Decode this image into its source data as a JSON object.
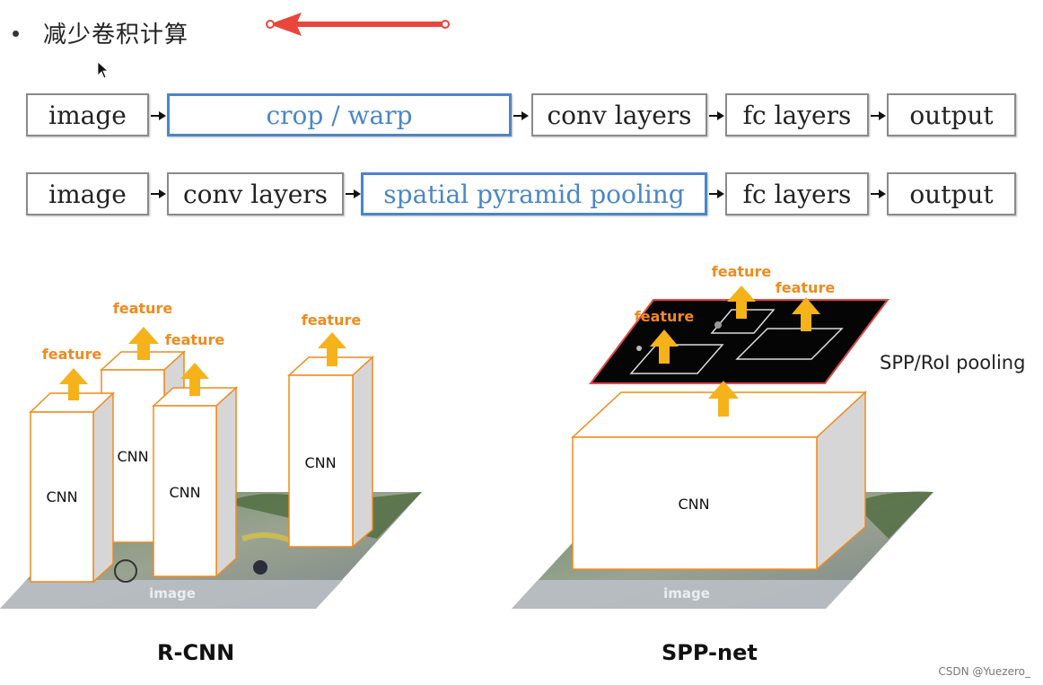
{
  "bullet": {
    "text": "减少卷积计算"
  },
  "rows": [
    [
      "image",
      "crop / warp",
      "conv layers",
      "fc layers",
      "output"
    ],
    [
      "image",
      "conv layers",
      "spatial pyramid pooling",
      "fc layers",
      "output"
    ]
  ],
  "rcnn": {
    "label": "R-CNN",
    "cnn_label": "CNN",
    "feature_label": "feature",
    "image_label": "image"
  },
  "sppnet": {
    "label": "SPP-net",
    "cnn_label": "CNN",
    "feature_label": "feature",
    "image_label": "image",
    "pooling_label": "SPP/RoI pooling"
  },
  "watermark": "CSDN @Yuezero_",
  "colors": {
    "highlight": "#4a86c8",
    "feature_text": "#f08a1e",
    "arrow_fill": "#f5b21b",
    "annotation_red": "#e8453c"
  }
}
